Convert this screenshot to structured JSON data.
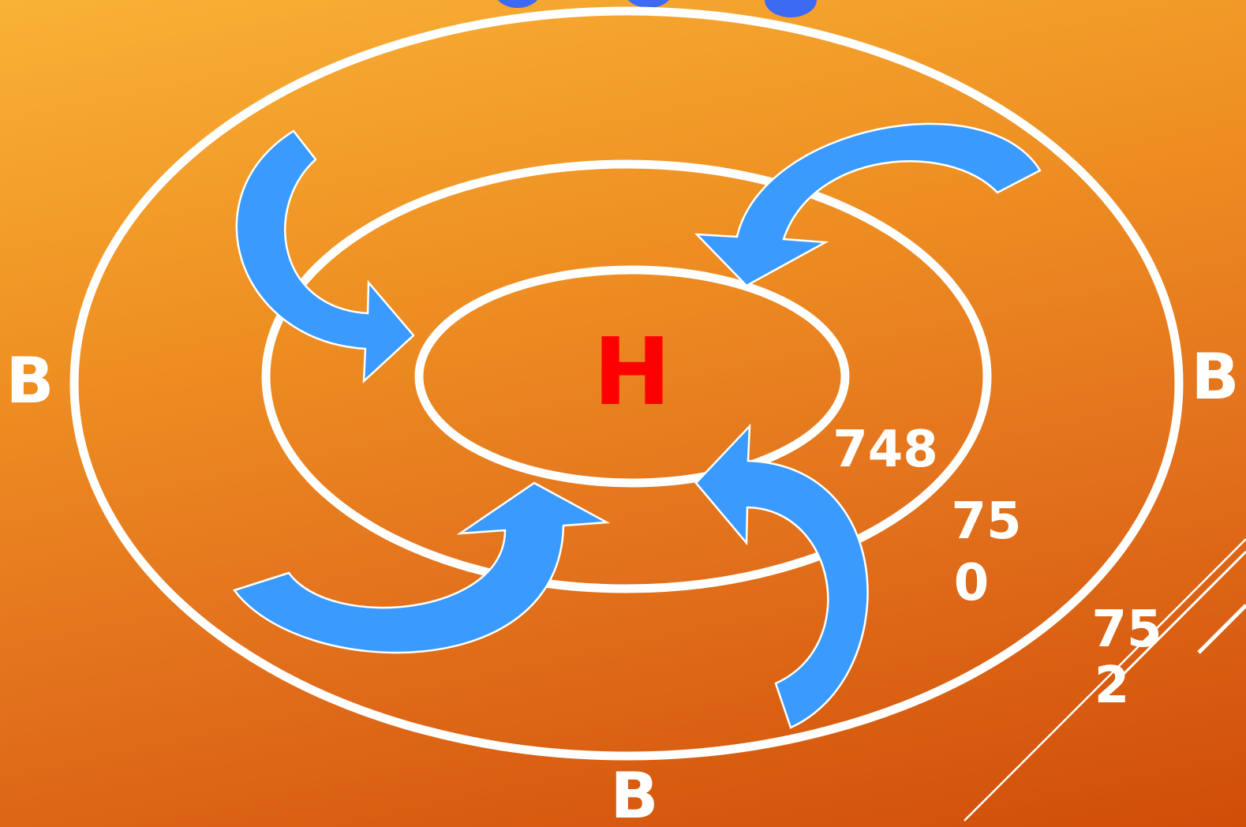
{
  "center": {
    "label": "H",
    "color": "#ff0000"
  },
  "edge_labels": {
    "left": "B",
    "right": "B",
    "bottom": "B"
  },
  "isobars": [
    {
      "name": "inner",
      "value_lines": [
        "748"
      ]
    },
    {
      "name": "middle",
      "value_lines": [
        "75",
        "0"
      ]
    },
    {
      "name": "outer",
      "value_lines": [
        "75",
        "2"
      ]
    }
  ],
  "colors": {
    "background_top": "#f9b236",
    "background_bottom": "#d04d08",
    "arrow": "#3a9afe",
    "isobar": "#ffffff"
  }
}
